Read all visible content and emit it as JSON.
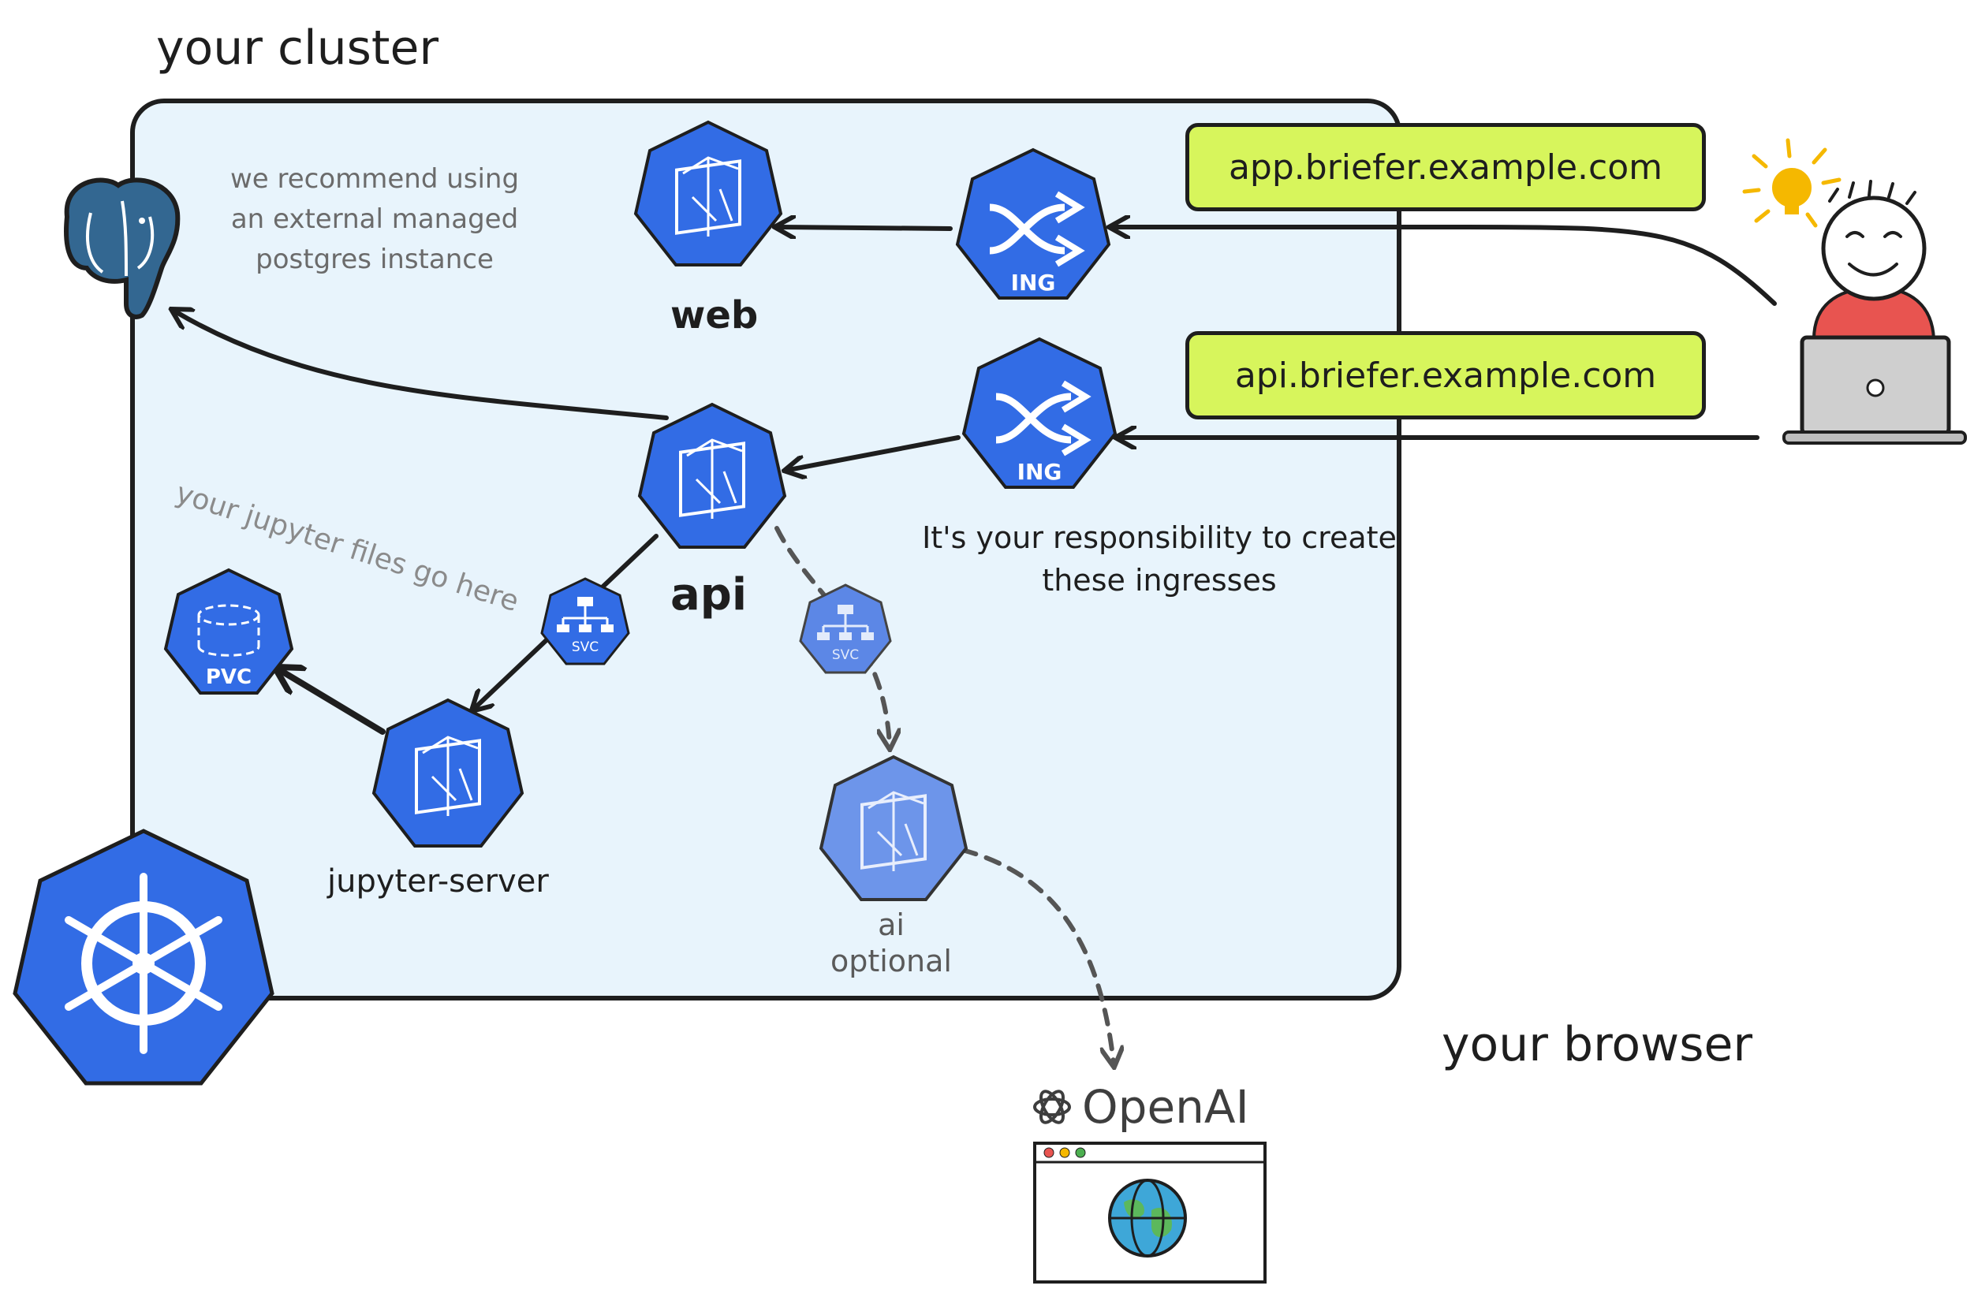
{
  "titles": {
    "cluster": "your cluster",
    "browser": "your browser"
  },
  "notes": {
    "postgres": "we recommend using an external managed postgres instance",
    "jupyter_files": "your jupyter files go here",
    "ingress_responsibility": "It's your responsibility to create these ingresses"
  },
  "nodes": {
    "web": "web",
    "api": "api",
    "jupyter_server": "jupyter-server",
    "ai": "ai",
    "ai_optional": "optional",
    "pvc_tag": "PVC",
    "svc_tag": "SVC",
    "ing_tag": "ING"
  },
  "urls": {
    "app": "app.briefer.example.com",
    "api": "api.briefer.example.com"
  },
  "external": {
    "openai": "OpenAI"
  },
  "colors": {
    "k8s_blue": "#326ce5",
    "cluster_fill": "#e8f4fc",
    "url_highlight": "#d7f55c",
    "person_shirt": "#e85450",
    "bulb": "#f5b800",
    "ai_faded": "#6d95ea"
  },
  "icons": [
    "postgres-elephant-icon",
    "kubernetes-helm-icon",
    "ingress-icon",
    "pod-icon",
    "service-icon",
    "pvc-icon",
    "lightbulb-icon",
    "laptop-icon",
    "globe-icon",
    "openai-logo-icon"
  ]
}
